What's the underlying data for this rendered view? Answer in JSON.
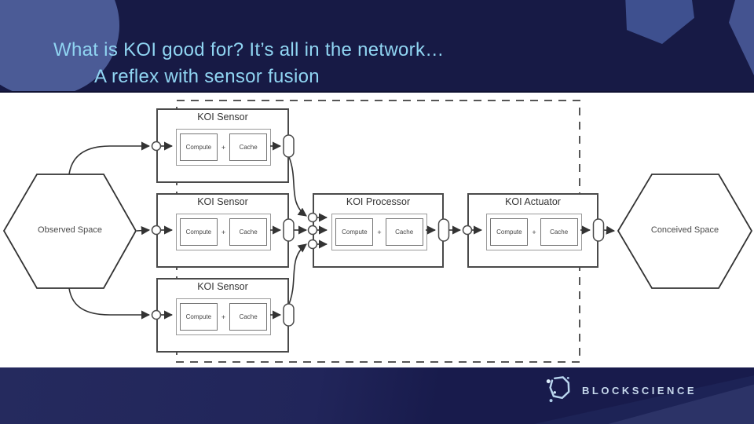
{
  "header": {
    "title_line1": "What is KOI good for? It’s all in the network…",
    "title_line2": "A reflex with sensor fusion"
  },
  "diagram": {
    "observed_space_label": "Observed Space",
    "conceived_space_label": "Conceived Space",
    "modules": [
      {
        "title": "KOI Sensor",
        "compute_label": "Compute",
        "plus": "+",
        "cache_label": "Cache"
      },
      {
        "title": "KOI Sensor",
        "compute_label": "Compute",
        "plus": "+",
        "cache_label": "Cache"
      },
      {
        "title": "KOI Sensor",
        "compute_label": "Compute",
        "plus": "+",
        "cache_label": "Cache"
      },
      {
        "title": "KOI Processor",
        "compute_label": "Compute",
        "plus": "+",
        "cache_label": "Cache"
      },
      {
        "title": "KOI Actuator",
        "compute_label": "Compute",
        "plus": "+",
        "cache_label": "Cache"
      }
    ]
  },
  "footer": {
    "brand": "BLOCKSCIENCE",
    "logo_icon": "blockscience-hexagon-icon"
  },
  "colors": {
    "header_bg": "#171a45",
    "footer_bg": "#1b1e52",
    "title_text": "#90d5f2",
    "decor_shape": "#46579a",
    "diagram_line": "#3d3d3d",
    "canvas_bg": "#ffffff"
  }
}
